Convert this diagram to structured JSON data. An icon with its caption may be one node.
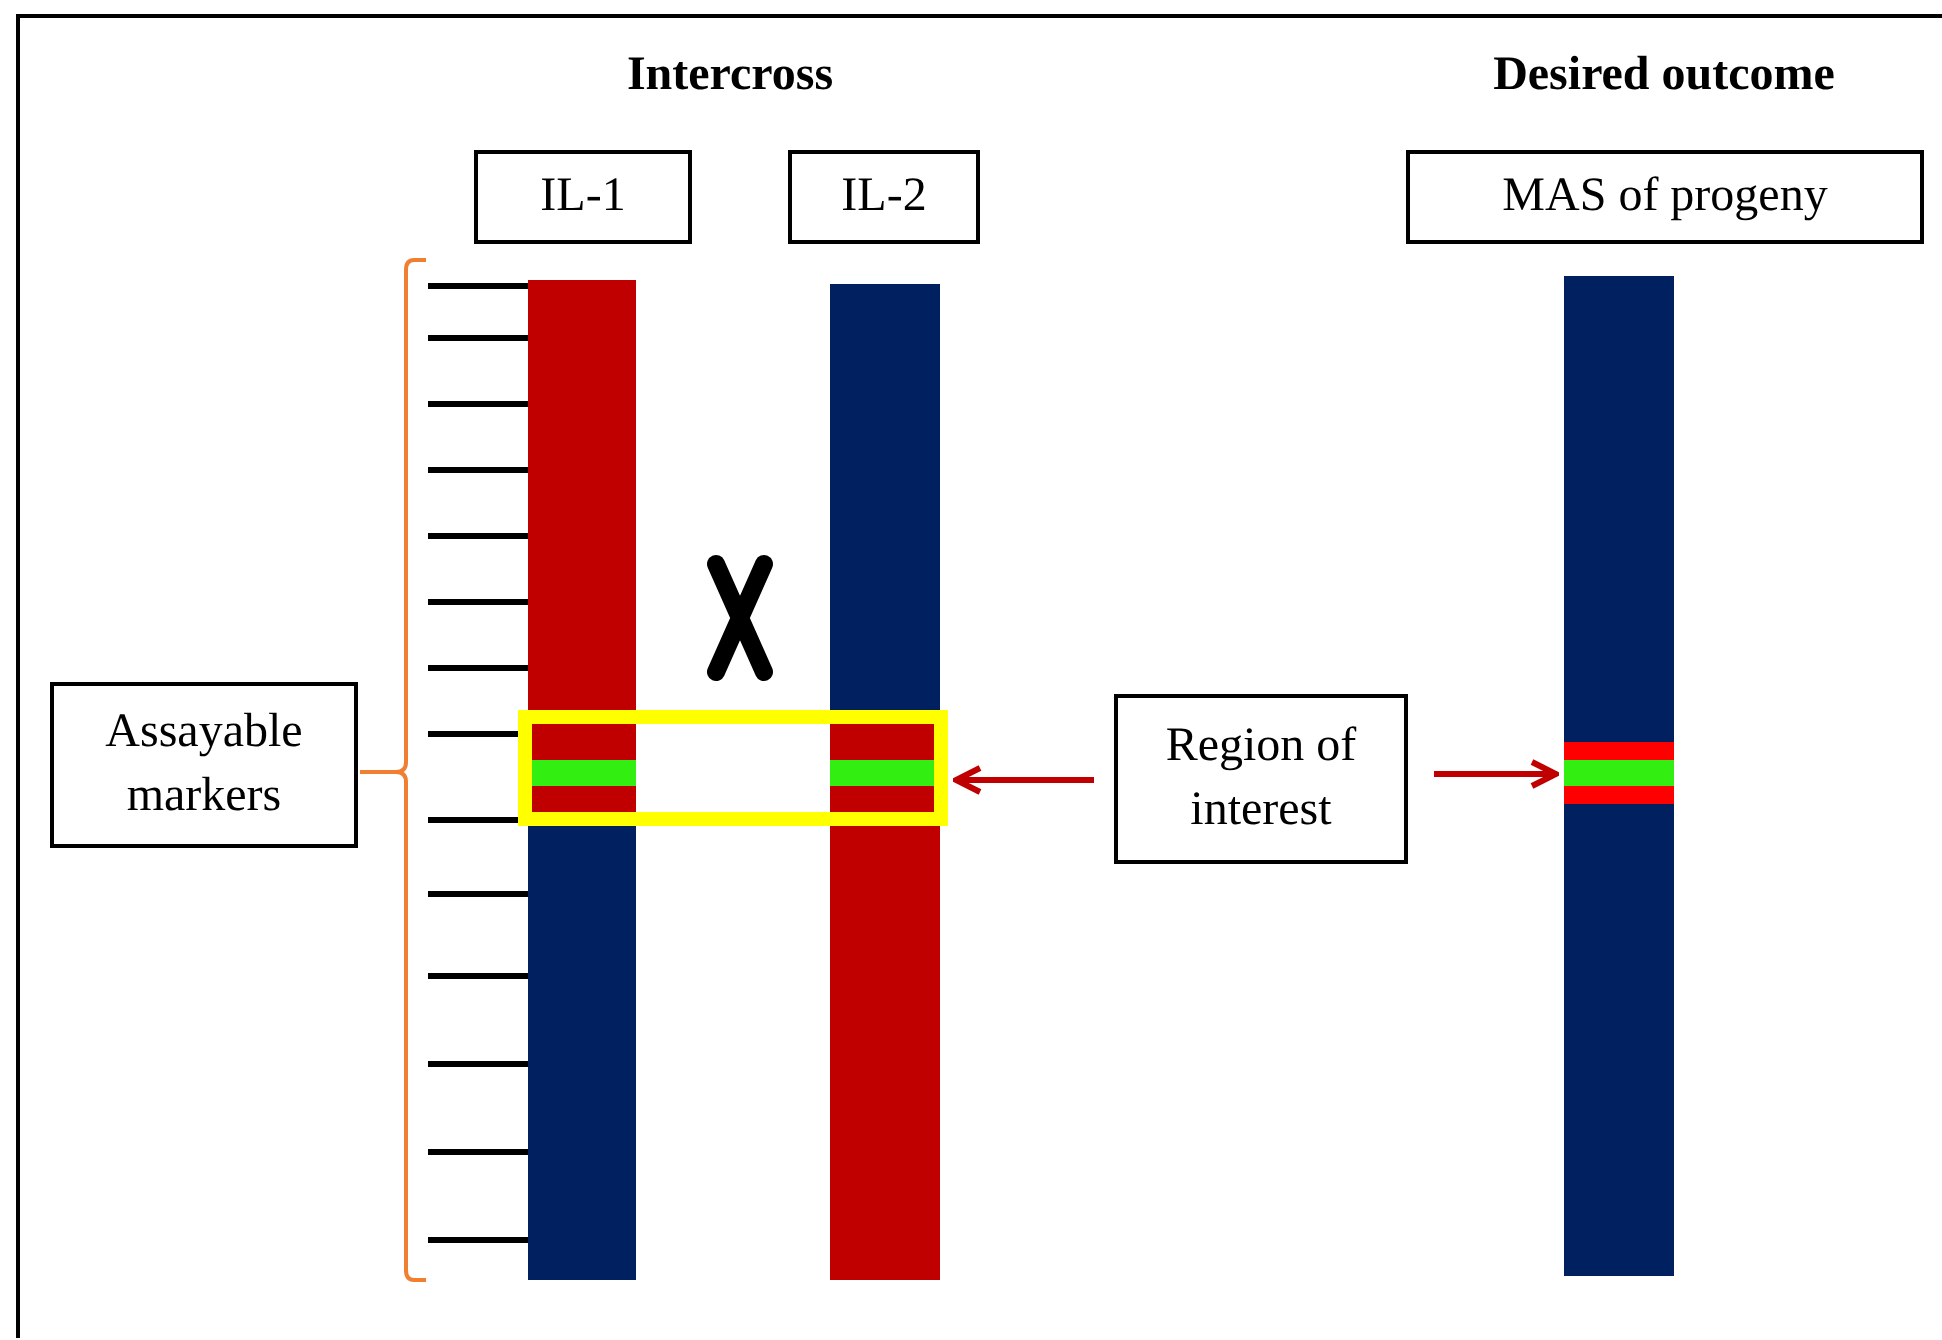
{
  "diagram": {
    "nodes": [
      {
        "text": [
          "IL-1"
        ]
      },
      {
        "text": [
          "IL-2"
        ]
      },
      {
        "text": [
          "MAS of progeny"
        ]
      },
      {
        "text": [],
        "shape": "bar"
      },
      {
        "text": [],
        "shape": "bar"
      },
      {
        "text": [],
        "shape": "bar"
      },
      {
        "text": [
          "Assayable markers"
        ]
      },
      {
        "text": [],
        "shape": "box"
      },
      {
        "text": [
          "Region of interest"
        ]
      }
    ],
    "edges": [
      {
        "from": 8,
        "to": 7,
        "arrow": "to"
      },
      {
        "from": 8,
        "to": 5,
        "arrow": "to"
      }
    ],
    "labels": [
      "Intercross",
      "Desired outcome"
    ]
  }
}
